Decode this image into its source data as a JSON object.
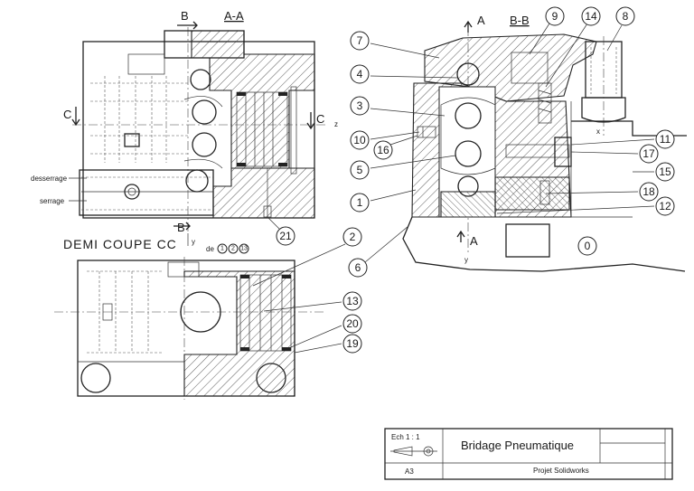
{
  "views": {
    "aa": {
      "title": "A-A",
      "cut_b": "B",
      "cut_c_left": "C",
      "cut_c_right": "C",
      "axis_z": "z",
      "axis_y": "y",
      "cut_b_bottom": "B",
      "desserrage": "desserrage",
      "serrage": "serrage"
    },
    "bb": {
      "title": "B-B",
      "cut_a_top": "A",
      "cut_a_bottom": "A",
      "axis_x": "x",
      "axis_y": "y"
    },
    "cc": {
      "title": "DEMI COUPE CC",
      "note_prefix": "de",
      "note_refs": [
        "1",
        "2",
        "13"
      ]
    }
  },
  "balloons": {
    "b0": "0",
    "b1": "1",
    "b2": "2",
    "b3": "3",
    "b4": "4",
    "b5": "5",
    "b6": "6",
    "b7": "7",
    "b8": "8",
    "b9": "9",
    "b10": "10",
    "b11": "11",
    "b12": "12",
    "b13": "13",
    "b14": "14",
    "b15": "15",
    "b16": "16",
    "b17": "17",
    "b18": "18",
    "b19": "19",
    "b20": "20",
    "b21": "21"
  },
  "title_block": {
    "scale": "Ech 1 : 1",
    "title": "Bridage Pneumatique",
    "format": "A3",
    "project": "Projet Solidworks"
  }
}
